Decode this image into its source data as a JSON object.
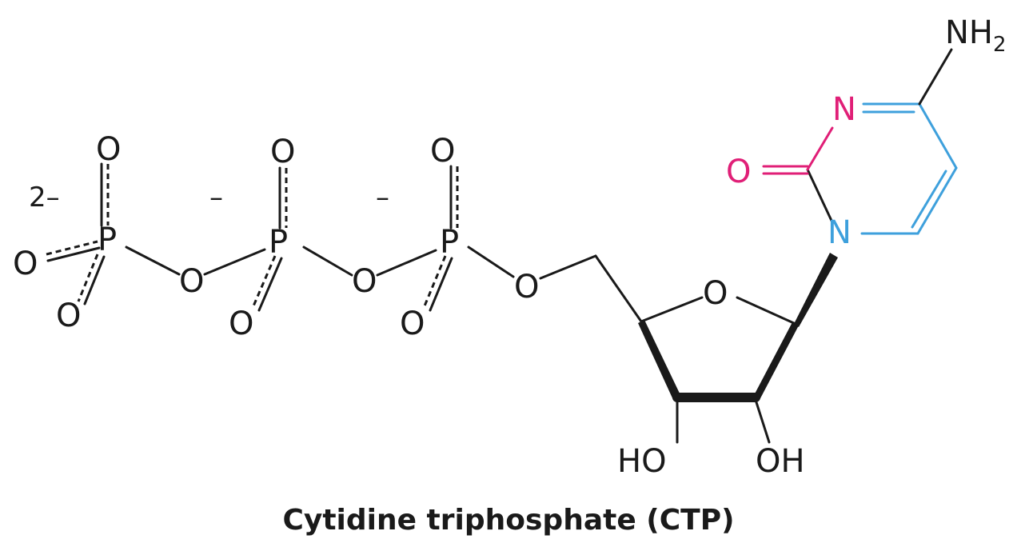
{
  "colors": {
    "bond": "#1a1a1a",
    "nitrogen": "#3ea0dc",
    "pink_accent": "#e01f77",
    "background": "#ffffff"
  },
  "labels": {
    "charge_first": "2–",
    "charge_second": "–",
    "charge_third": "–",
    "oxygen": "O",
    "phosphorus": "P",
    "nitrogen": "N",
    "amine": "NH",
    "amine_sub": "2",
    "ho": "HO",
    "oh": "OH"
  },
  "caption": "Cytidine triphosphate (CTP)"
}
